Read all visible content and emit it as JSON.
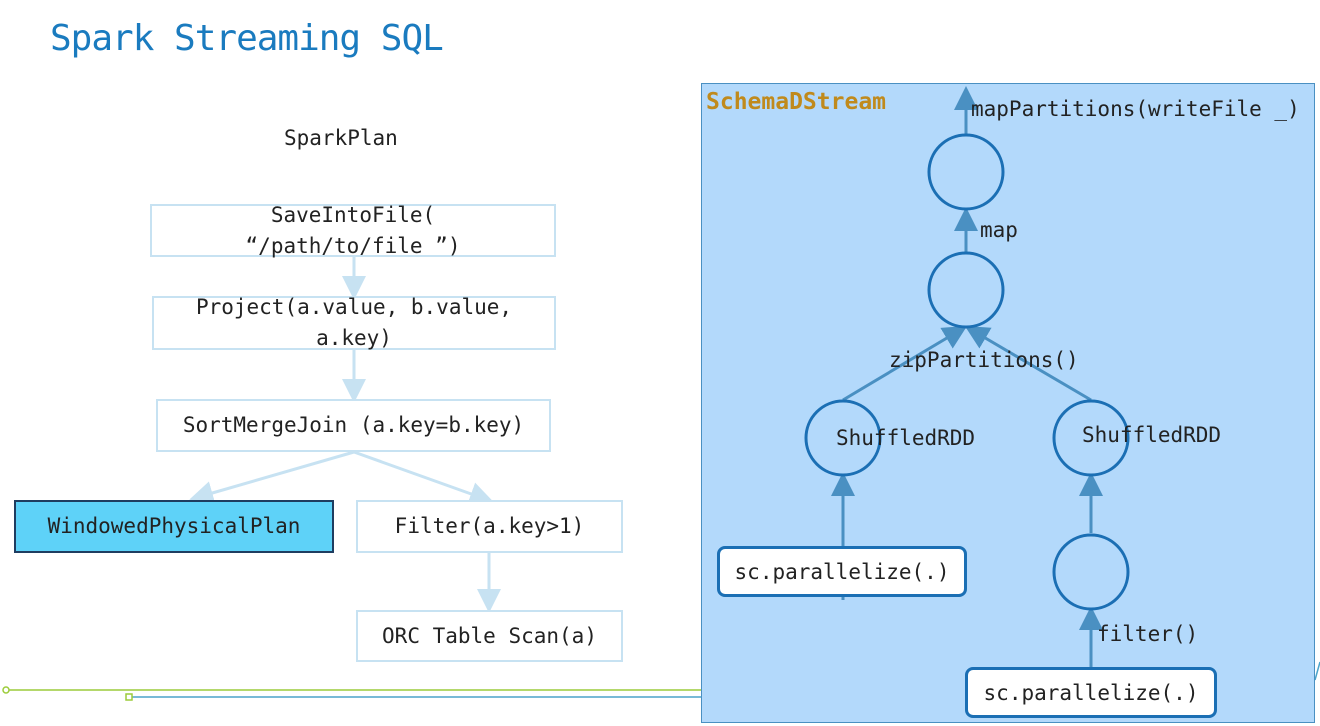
{
  "title": "Spark Streaming SQL",
  "spark_plan": {
    "label": "SparkPlan",
    "save_into_file": "SaveIntoFile( “/path/to/file ”)",
    "project": "Project(a.value, b.value, a.key)",
    "sort_merge_join": "SortMergeJoin (a.key=b.key)",
    "windowed_physical_plan": "WindowedPhysicalPlan",
    "filter": "Filter(a.key>1)",
    "orc_table_scan": "ORC Table Scan(a)"
  },
  "dstream": {
    "title": "SchemaDStream",
    "map_partitions": "mapPartitions(writeFile _)",
    "map": "map",
    "zip_partitions": "zipPartitions()",
    "shuffled_left": "ShuffledRDD",
    "shuffled_right": "ShuffledRDD",
    "parallelize_left": "sc.parallelize(.)",
    "filter": "filter()",
    "parallelize_right": "sc.parallelize(.)"
  },
  "colors": {
    "title": "#1a7bbf",
    "panel_bg": "#b3d9fb",
    "panel_title": "#c08a1c",
    "highlight": "#5ed2f8",
    "circle_stroke": "#1b6fb4",
    "plan_border": "#c7e2f2"
  }
}
